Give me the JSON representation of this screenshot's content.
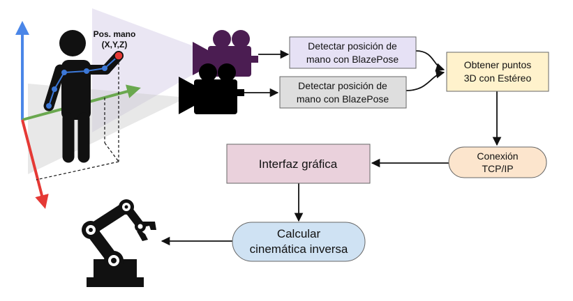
{
  "figure": {
    "hand_label_line1": "Pos. mano",
    "hand_label_line2": "(X,Y,Z)"
  },
  "boxes": {
    "detect_top_line1": "Detectar posición de",
    "detect_top_line2": "mano con BlazePose",
    "detect_bottom_line1": "Detectar posición de",
    "detect_bottom_line2": "mano con BlazePose",
    "stereo_line1": "Obtener puntos",
    "stereo_line2": "3D con Estéreo",
    "tcp_line1": "Conexión",
    "tcp_line2": "TCP/IP",
    "gui": "Interfaz gráfica",
    "ik_line1": "Calcular",
    "ik_line2": "cinemática inversa"
  },
  "colors": {
    "detect_top_fill": "#e6e1f5",
    "detect_bottom_fill": "#dedede",
    "stereo_fill": "#fff2cc",
    "tcp_fill": "#fce5cd",
    "gui_fill": "#ead1dc",
    "ik_fill": "#cfe2f3",
    "camera_top": "#4b1d52",
    "camera_bottom": "#000000",
    "axis_up": "#4a86e8",
    "axis_right": "#6aa84f",
    "axis_down": "#e53935",
    "arm_joints": "#3c78d8",
    "hand_point": "#e53935"
  }
}
